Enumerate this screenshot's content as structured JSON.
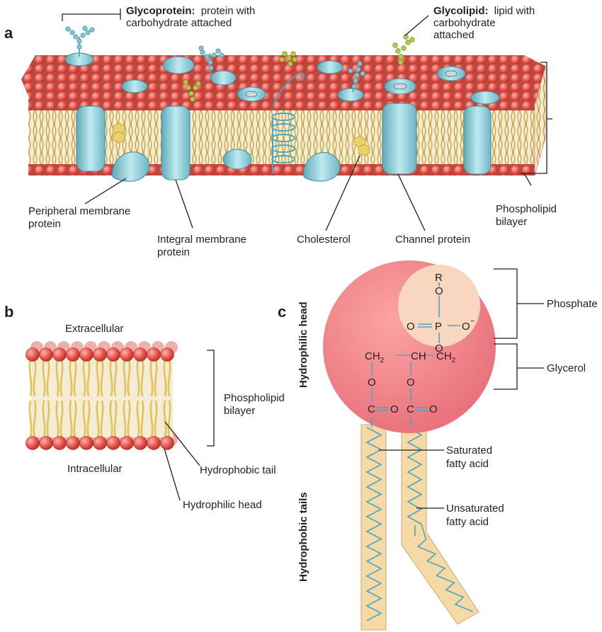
{
  "panels": {
    "a": "a",
    "b": "b",
    "c": "c"
  },
  "panel_a": {
    "glycoprotein_bold": "Glycoprotein:",
    "glycoprotein_rest1": "protein with",
    "glycoprotein_rest2": "carbohydrate attached",
    "glycolipid_bold": "Glycolipid:",
    "glycolipid_rest1": "lipid with",
    "glycolipid_rest2": "carbohydrate",
    "glycolipid_rest3": "attached",
    "peripheral1": "Peripheral membrane",
    "peripheral2": "protein",
    "integral1": "Integral membrane",
    "integral2": "protein",
    "cholesterol": "Cholesterol",
    "channel": "Channel protein",
    "bilayer1": "Phospholipid",
    "bilayer2": "bilayer"
  },
  "panel_b": {
    "extracellular": "Extracellular",
    "intracellular": "Intracellular",
    "bilayer1": "Phospholipid",
    "bilayer2": "bilayer",
    "tail": "Hydrophobic tail",
    "head": "Hydrophilic head"
  },
  "panel_c": {
    "hydrophilic_head": "Hydrophilic head",
    "hydrophobic_tails": "Hydrophobic tails",
    "phosphate": "Phosphate",
    "glycerol": "Glycerol",
    "saturated1": "Saturated",
    "saturated2": "fatty acid",
    "unsaturated1": "Unsaturated",
    "unsaturated2": "fatty acid",
    "atoms": {
      "R": "R",
      "O_top": "O",
      "O_left": "O",
      "P": "P",
      "O_right": "O",
      "minus": "−",
      "O_low": "O",
      "CH2_left": "CH",
      "CH": "CH",
      "CH2_right": "CH",
      "sub2": "2",
      "O_ester1": "O",
      "O_ester2": "O",
      "C1": "C",
      "O_dbl1": "O",
      "C2": "C",
      "O_dbl2": "O"
    }
  },
  "colors": {
    "head_red": "#d8463a",
    "membrane_top": "#c9574b",
    "tail_yellow": "#e2c35a",
    "protein_blue": "#8fd0dc",
    "phosphate_bg": "#f8d6bf",
    "head_circle": "#ef8a8a",
    "tail_strip": "#f6d9a5",
    "bond_blue": "#4aa7c0"
  }
}
